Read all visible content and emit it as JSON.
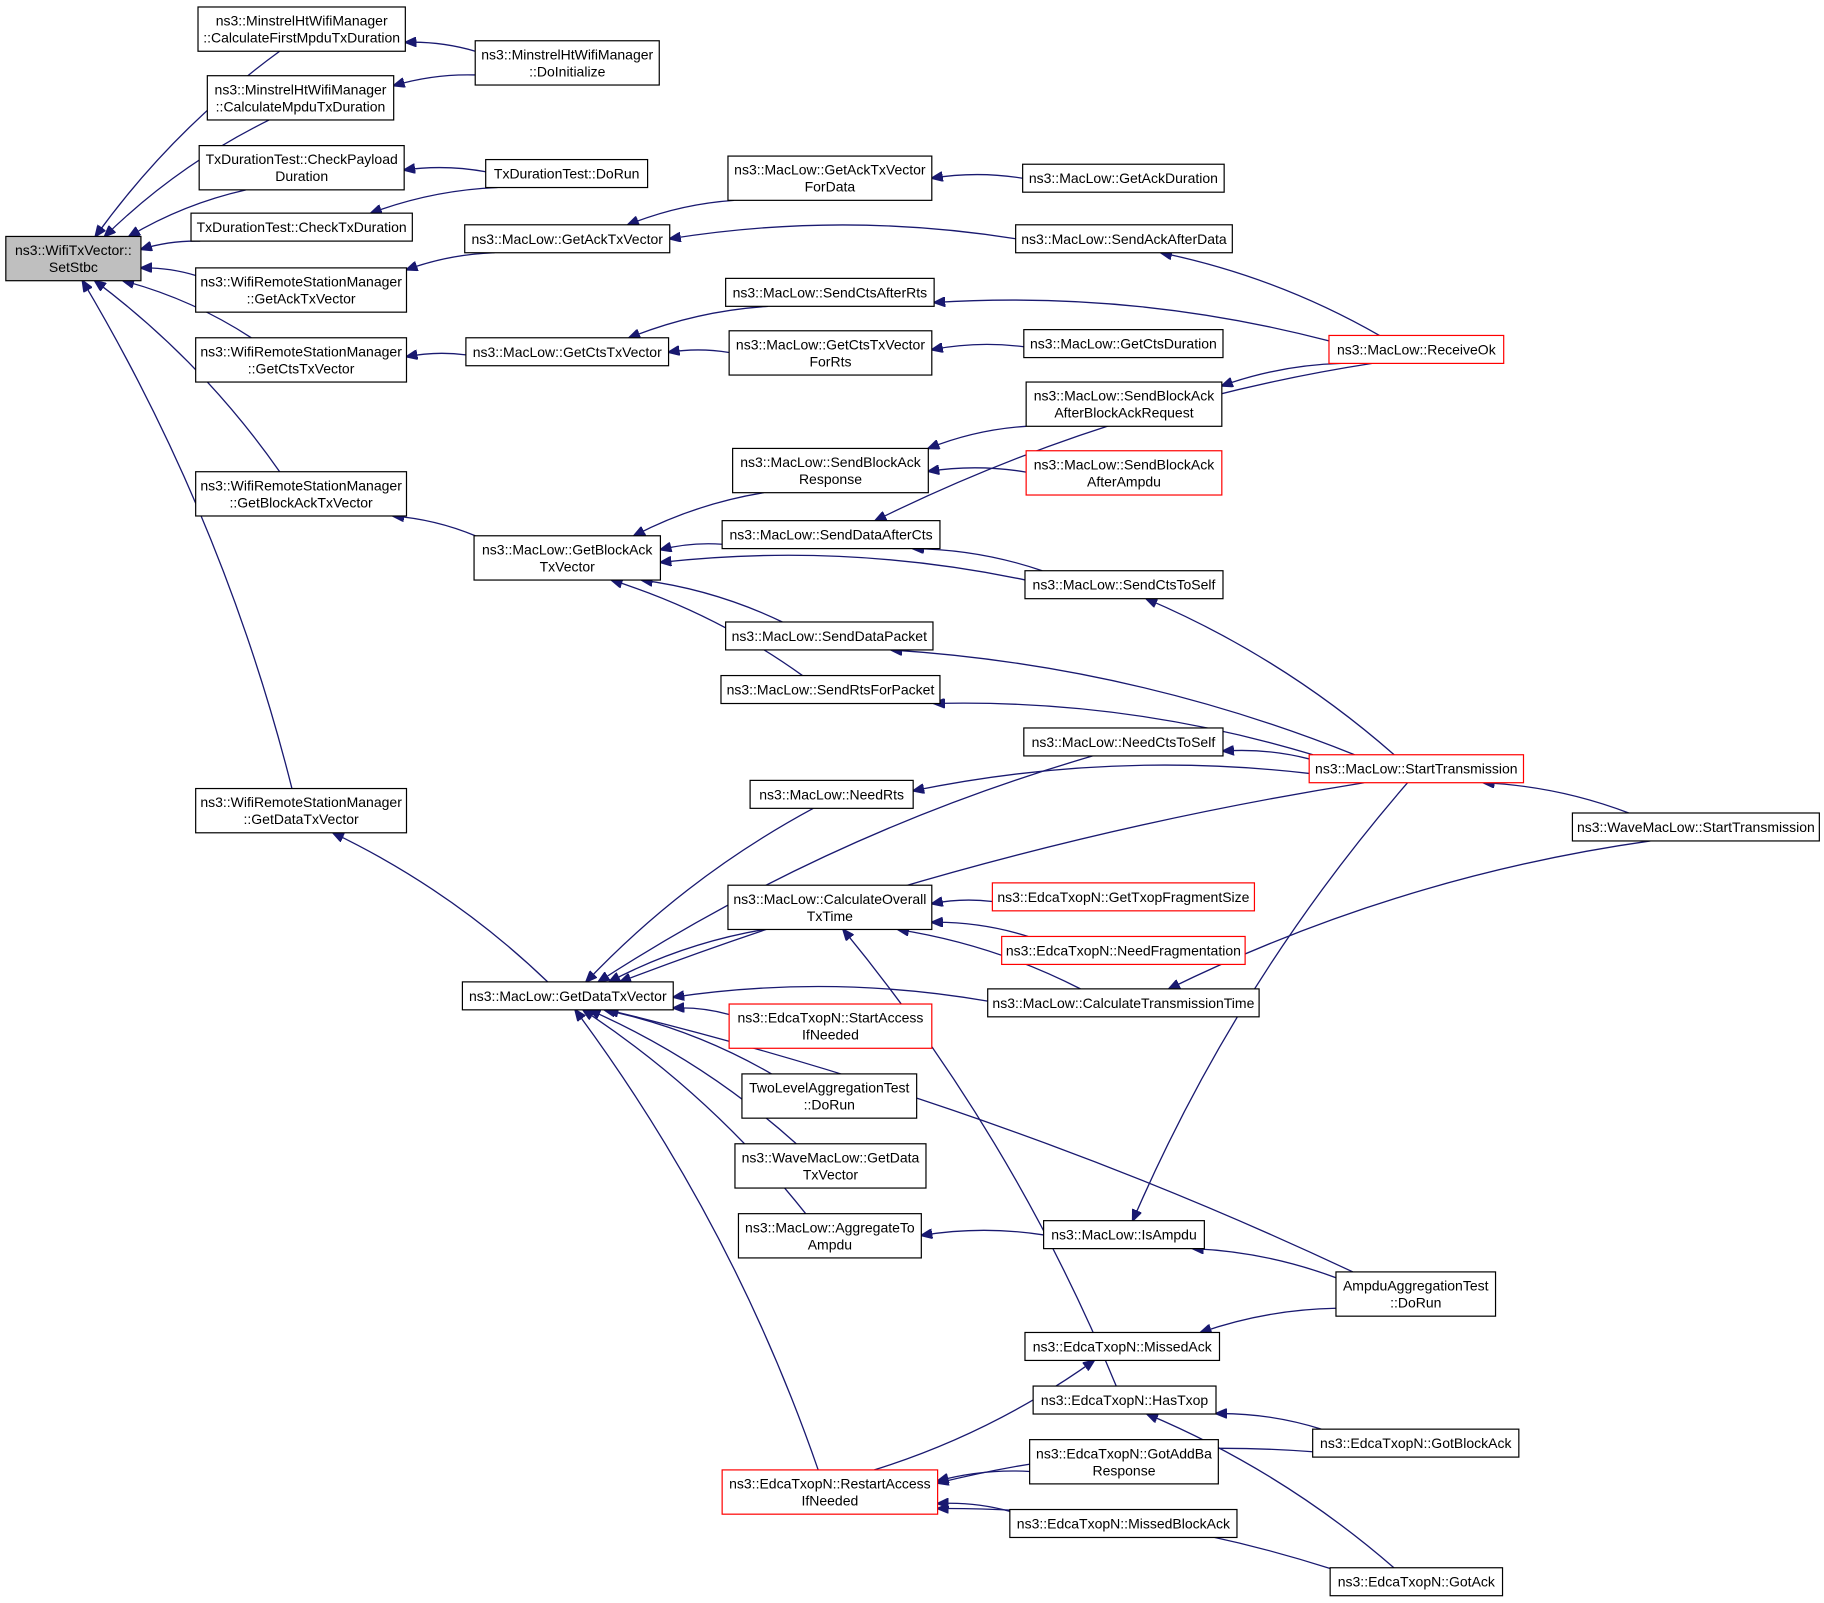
{
  "nodes": [
    {
      "id": "root",
      "lines": [
        "ns3::WifiTxVector::",
        "SetStbc"
      ]
    },
    {
      "id": "mh_first",
      "lines": [
        "ns3::MinstrelHtWifiManager",
        "::CalculateFirstMpduTxDuration"
      ]
    },
    {
      "id": "mh_mpdu",
      "lines": [
        "ns3::MinstrelHtWifiManager",
        "::CalculateMpduTxDuration"
      ]
    },
    {
      "id": "mh_doinit",
      "lines": [
        "ns3::MinstrelHtWifiManager",
        "::DoInitialize"
      ]
    },
    {
      "id": "txd_payload",
      "lines": [
        "TxDurationTest::CheckPayload",
        "Duration"
      ]
    },
    {
      "id": "txd_check",
      "lines": [
        "TxDurationTest::CheckTxDuration"
      ]
    },
    {
      "id": "txd_dorun",
      "lines": [
        "TxDurationTest::DoRun"
      ]
    },
    {
      "id": "wrsm_ack",
      "lines": [
        "ns3::WifiRemoteStationManager",
        "::GetAckTxVector"
      ]
    },
    {
      "id": "wrsm_cts",
      "lines": [
        "ns3::WifiRemoteStationManager",
        "::GetCtsTxVector"
      ]
    },
    {
      "id": "wrsm_ba",
      "lines": [
        "ns3::WifiRemoteStationManager",
        "::GetBlockAckTxVector"
      ]
    },
    {
      "id": "wrsm_data",
      "lines": [
        "ns3::WifiRemoteStationManager",
        "::GetDataTxVector"
      ]
    },
    {
      "id": "ml_getack",
      "lines": [
        "ns3::MacLow::GetAckTxVector"
      ]
    },
    {
      "id": "ml_getctstx",
      "lines": [
        "ns3::MacLow::GetCtsTxVector"
      ]
    },
    {
      "id": "ml_getba",
      "lines": [
        "ns3::MacLow::GetBlockAck",
        "TxVector"
      ]
    },
    {
      "id": "ml_getdata",
      "lines": [
        "ns3::MacLow::GetDataTxVector"
      ]
    },
    {
      "id": "ml_ackfordata",
      "lines": [
        "ns3::MacLow::GetAckTxVector",
        "ForData"
      ]
    },
    {
      "id": "ml_ackdur",
      "lines": [
        "ns3::MacLow::GetAckDuration"
      ]
    },
    {
      "id": "ml_sendackafter",
      "lines": [
        "ns3::MacLow::SendAckAfterData"
      ]
    },
    {
      "id": "ml_sendcts",
      "lines": [
        "ns3::MacLow::SendCtsAfterRts"
      ]
    },
    {
      "id": "ml_ctsforrts",
      "lines": [
        "ns3::MacLow::GetCtsTxVector",
        "ForRts"
      ]
    },
    {
      "id": "ml_ctsdur",
      "lines": [
        "ns3::MacLow::GetCtsDuration"
      ]
    },
    {
      "id": "ml_receiveok",
      "lines": [
        "ns3::MacLow::ReceiveOk"
      ],
      "red": true
    },
    {
      "id": "ml_sbabar",
      "lines": [
        "ns3::MacLow::SendBlockAck",
        "AfterBlockAckRequest"
      ]
    },
    {
      "id": "ml_sbaresp",
      "lines": [
        "ns3::MacLow::SendBlockAck",
        "Response"
      ]
    },
    {
      "id": "ml_sbaampdu",
      "lines": [
        "ns3::MacLow::SendBlockAck",
        "AfterAmpdu"
      ],
      "red": true
    },
    {
      "id": "ml_senddataaftercts",
      "lines": [
        "ns3::MacLow::SendDataAfterCts"
      ]
    },
    {
      "id": "ml_sendctstoself",
      "lines": [
        "ns3::MacLow::SendCtsToSelf"
      ]
    },
    {
      "id": "ml_senddatapacket",
      "lines": [
        "ns3::MacLow::SendDataPacket"
      ]
    },
    {
      "id": "ml_sendrts",
      "lines": [
        "ns3::MacLow::SendRtsForPacket"
      ]
    },
    {
      "id": "ml_needctstoself",
      "lines": [
        "ns3::MacLow::NeedCtsToSelf"
      ]
    },
    {
      "id": "ml_starttx",
      "lines": [
        "ns3::MacLow::StartTransmission"
      ],
      "red": true
    },
    {
      "id": "ml_needrts",
      "lines": [
        "ns3::MacLow::NeedRts"
      ]
    },
    {
      "id": "wave_starttx",
      "lines": [
        "ns3::WaveMacLow::StartTransmission"
      ]
    },
    {
      "id": "ml_calcoverall",
      "lines": [
        "ns3::MacLow::CalculateOverall",
        "TxTime"
      ]
    },
    {
      "id": "edca_getfrag",
      "lines": [
        "ns3::EdcaTxopN::GetTxopFragmentSize"
      ],
      "red": true
    },
    {
      "id": "edca_needfrag",
      "lines": [
        "ns3::EdcaTxopN::NeedFragmentation"
      ],
      "red": true
    },
    {
      "id": "ml_calctrans",
      "lines": [
        "ns3::MacLow::CalculateTransmissionTime"
      ]
    },
    {
      "id": "edca_startaccess",
      "lines": [
        "ns3::EdcaTxopN::StartAccess",
        "IfNeeded"
      ],
      "red": true
    },
    {
      "id": "twolevel",
      "lines": [
        "TwoLevelAggregationTest",
        "::DoRun"
      ]
    },
    {
      "id": "wave_getdata",
      "lines": [
        "ns3::WaveMacLow::GetData",
        "TxVector"
      ]
    },
    {
      "id": "ml_aggregate",
      "lines": [
        "ns3::MacLow::AggregateTo",
        "Ampdu"
      ]
    },
    {
      "id": "ml_isampdu",
      "lines": [
        "ns3::MacLow::IsAmpdu"
      ]
    },
    {
      "id": "ampdu_test",
      "lines": [
        "AmpduAggregationTest",
        "::DoRun"
      ]
    },
    {
      "id": "edca_missedack",
      "lines": [
        "ns3::EdcaTxopN::MissedAck"
      ]
    },
    {
      "id": "edca_hastxop",
      "lines": [
        "ns3::EdcaTxopN::HasTxop"
      ]
    },
    {
      "id": "edca_gotblockack",
      "lines": [
        "ns3::EdcaTxopN::GotBlockAck"
      ]
    },
    {
      "id": "edca_gotaddba",
      "lines": [
        "ns3::EdcaTxopN::GotAddBa",
        "Response"
      ]
    },
    {
      "id": "edca_restart",
      "lines": [
        "ns3::EdcaTxopN::RestartAccess",
        "IfNeeded"
      ],
      "red": true
    },
    {
      "id": "edca_missedba",
      "lines": [
        "ns3::EdcaTxopN::MissedBlockAck"
      ]
    },
    {
      "id": "edca_gotack",
      "lines": [
        "ns3::EdcaTxopN::GotAck"
      ]
    }
  ],
  "edges": [
    [
      "mh_first",
      "root"
    ],
    [
      "mh_mpdu",
      "root"
    ],
    [
      "txd_payload",
      "root"
    ],
    [
      "txd_check",
      "root"
    ],
    [
      "wrsm_ack",
      "root"
    ],
    [
      "wrsm_cts",
      "root"
    ],
    [
      "wrsm_ba",
      "root"
    ],
    [
      "wrsm_data",
      "root"
    ],
    [
      "mh_doinit",
      "mh_first"
    ],
    [
      "mh_doinit",
      "mh_mpdu"
    ],
    [
      "txd_dorun",
      "txd_payload"
    ],
    [
      "txd_dorun",
      "txd_check"
    ],
    [
      "ml_getack",
      "wrsm_ack"
    ],
    [
      "ml_ackfordata",
      "ml_getack"
    ],
    [
      "ml_sendackafter",
      "ml_getack"
    ],
    [
      "ml_ackdur",
      "ml_ackfordata"
    ],
    [
      "ml_receiveok",
      "ml_sendackafter"
    ],
    [
      "ml_getctstx",
      "wrsm_cts"
    ],
    [
      "ml_sendcts",
      "ml_getctstx"
    ],
    [
      "ml_ctsforrts",
      "ml_getctstx"
    ],
    [
      "ml_receiveok",
      "ml_sendcts"
    ],
    [
      "ml_ctsdur",
      "ml_ctsforrts"
    ],
    [
      "ml_getba",
      "wrsm_ba"
    ],
    [
      "ml_sbaresp",
      "ml_getba"
    ],
    [
      "ml_senddataaftercts",
      "ml_getba"
    ],
    [
      "ml_sendctstoself",
      "ml_getba"
    ],
    [
      "ml_senddatapacket",
      "ml_getba"
    ],
    [
      "ml_sendrts",
      "ml_getba"
    ],
    [
      "ml_sbabar",
      "ml_sbaresp"
    ],
    [
      "ml_sbaampdu",
      "ml_sbaresp"
    ],
    [
      "ml_receiveok",
      "ml_sbabar"
    ],
    [
      "ml_receiveok",
      "ml_senddataaftercts"
    ],
    [
      "ml_sendctstoself",
      "ml_senddataaftercts"
    ],
    [
      "ml_starttx",
      "ml_sendctstoself"
    ],
    [
      "ml_starttx",
      "ml_senddatapacket"
    ],
    [
      "ml_starttx",
      "ml_sendrts"
    ],
    [
      "ml_starttx",
      "ml_needctstoself"
    ],
    [
      "ml_starttx",
      "ml_needrts"
    ],
    [
      "wave_starttx",
      "ml_starttx"
    ],
    [
      "ml_getdata",
      "wrsm_data"
    ],
    [
      "ml_needctstoself",
      "ml_getdata"
    ],
    [
      "ml_needrts",
      "ml_getdata"
    ],
    [
      "ml_starttx",
      "ml_getdata"
    ],
    [
      "ml_calcoverall",
      "ml_getdata"
    ],
    [
      "ml_calctrans",
      "ml_getdata"
    ],
    [
      "edca_startaccess",
      "ml_getdata"
    ],
    [
      "twolevel",
      "ml_getdata"
    ],
    [
      "wave_getdata",
      "ml_getdata"
    ],
    [
      "ml_aggregate",
      "ml_getdata"
    ],
    [
      "ampdu_test",
      "ml_getdata"
    ],
    [
      "edca_restart",
      "ml_getdata"
    ],
    [
      "edca_getfrag",
      "ml_calcoverall"
    ],
    [
      "edca_needfrag",
      "ml_calcoverall"
    ],
    [
      "ml_calctrans",
      "ml_calcoverall"
    ],
    [
      "edca_hastxop",
      "ml_calcoverall"
    ],
    [
      "wave_starttx",
      "ml_calctrans"
    ],
    [
      "ml_isampdu",
      "ml_aggregate"
    ],
    [
      "ml_starttx",
      "ml_isampdu"
    ],
    [
      "ampdu_test",
      "ml_isampdu"
    ],
    [
      "ampdu_test",
      "edca_missedack"
    ],
    [
      "edca_restart",
      "edca_missedack"
    ],
    [
      "edca_gotblockack",
      "edca_hastxop"
    ],
    [
      "edca_gotack",
      "edca_hastxop"
    ],
    [
      "edca_gotaddba",
      "edca_restart"
    ],
    [
      "edca_missedba",
      "edca_restart"
    ],
    [
      "edca_gotblockack",
      "edca_restart"
    ],
    [
      "edca_gotack",
      "edca_restart"
    ]
  ]
}
